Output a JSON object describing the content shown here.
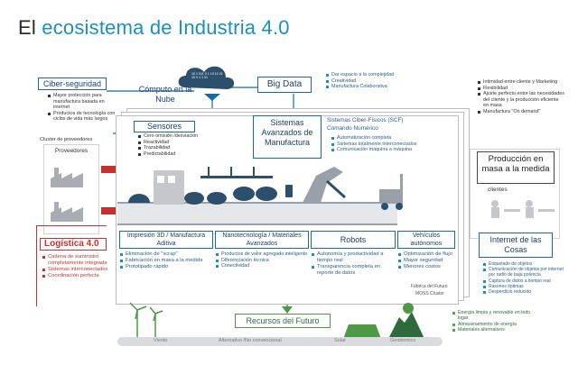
{
  "title": {
    "prefix": "El",
    "accent": "ecosistema de Industria 4.0"
  },
  "cyber": {
    "label": "Ciber-seguridad",
    "items": [
      "Mayor protección para manufactura basada en internet",
      "Productos de tecnología con ciclos de vida más largos"
    ]
  },
  "cloud": {
    "label": "Cómputo en la Nube",
    "digits": "10 1 011 0 1 10 11 01 10 0 1 1 01"
  },
  "bigdata": {
    "label": "Big Data",
    "items": [
      "Dar espacio a la complejidad",
      "Creatividad",
      "Manufactura Colaborativa"
    ]
  },
  "right_top_items": [
    "Intimidad entre cliente y Marketing",
    "Flexibilidad",
    "Ajuste perfecto entre las necesidades del cliente y la producción eficiente en masa",
    "Manufactura \"On demand\""
  ],
  "systems": {
    "label": "Sistemas Avanzados de Manufactura"
  },
  "cps": {
    "title": "Sistemas Ciber-Físicos (SCF)",
    "subtitle": "Comando Numérico",
    "items": [
      "Automatización completa",
      "Sistemas totalmente interconectados",
      "Comunicación máquina a máquina"
    ]
  },
  "providers": {
    "cluster_label": "Cluster de proveedores",
    "label": "Proveedores"
  },
  "sensors": {
    "label": "Sensores",
    "items": [
      "Cero omisión /desviación",
      "Reactividad",
      "Trazabilidad",
      "Predictabilidad"
    ]
  },
  "mass_production": {
    "label": "Producción en masa a la medida",
    "clients_label": "clientes"
  },
  "bottom_modules": [
    {
      "label": "Impresión 3D / Manufactura Aditiva",
      "items": [
        "Eliminación de \"scrap\"",
        "Fabricación en masa a la medida",
        "Prototipado rápido"
      ]
    },
    {
      "label": "Nanotecnología / Materiales Avanzados",
      "items": [
        "Productos de valor agregado inteligente",
        "Diferenciación técnica",
        "Conectividad"
      ]
    },
    {
      "label": "Robots",
      "items": [
        "Autonomía y productividad a tiempo real",
        "Transparencia completa en reporte de datos"
      ]
    },
    {
      "label": "Vehículos autónomos",
      "items": [
        "Optimización de flujo",
        "Mayor seguridad",
        "Menores costos"
      ]
    }
  ],
  "factory_labels": {
    "factory": "Fábrica del Futuro",
    "cluster": "MOSS Cluster"
  },
  "logistics": {
    "label": "Logística 4.0",
    "items": [
      "Cadena de suministro completamente integrada",
      "Sistemas interconectados",
      "Coordinación perfecta"
    ]
  },
  "iot": {
    "label": "Internet de las Cosas",
    "items": [
      "Etiquetado de objetos",
      "Comunicación de objetos por internet por radio de baja potencia",
      "Captura de datos a tiempo real",
      "Rasones óptimas",
      "Desperdicio reducido"
    ]
  },
  "future_resources": {
    "label": "Recursos del Futuro",
    "items": [
      "Energía limpia y renovable en todo lugar",
      "Almacenamiento de energía",
      "Materiales alternativos"
    ]
  },
  "energy_bar": [
    "Viento",
    "Alternativo /No convencional",
    "Solar",
    "Geotérmico"
  ],
  "colors": {
    "accent": "#1a8fc4",
    "dark_blue": "#1d3f66",
    "red": "#c8302f",
    "green": "#4e9a44",
    "gray": "#b9bcc2"
  }
}
